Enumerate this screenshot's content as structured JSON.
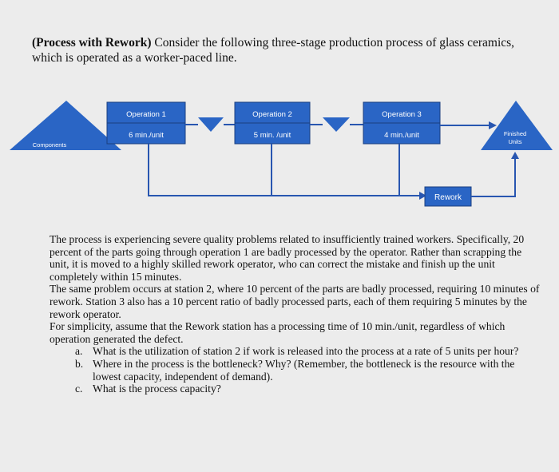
{
  "title": {
    "bold": "(Process with Rework)",
    "rest": " Consider the following three-stage production process of glass ceramics, which is operated as a worker-paced line."
  },
  "diagram": {
    "components_label": "Components",
    "finished_label_1": "Finished",
    "finished_label_2": "Units",
    "operations": [
      {
        "name": "Operation 1",
        "time": "6 min./unit"
      },
      {
        "name": "Operation 2",
        "time": "5 min. /unit"
      },
      {
        "name": "Operation 3",
        "time": "4 min./unit"
      }
    ],
    "rework_label": "Rework",
    "colors": {
      "box": "#2a65c5",
      "box_border": "#1b3f80",
      "line": "#2856b0",
      "text": "#ffffff"
    }
  },
  "body": {
    "paragraphs": [
      "The process is experiencing severe quality problems related to insufficiently trained workers. Specifically, 20 percent of the parts going through operation 1 are badly processed by the operator. Rather than scrapping the unit, it is moved to a highly skilled rework operator, who can correct the mistake and finish up the unit completely within 15 minutes.",
      "The same problem occurs at station 2, where 10 percent of the parts are badly processed, requiring 10 minutes of rework. Station 3 also has a 10 percent ratio of badly processed parts, each of them requiring 5 minutes by the rework operator.",
      "For simplicity, assume that the Rework station has a processing time of 10 min./unit, regardless of which operation generated the defect."
    ],
    "questions": [
      {
        "label": "a.",
        "text": "What is the utilization of station 2 if work is released into the process at a rate of 5 units per hour?"
      },
      {
        "label": "b.",
        "text": "Where in the process is the bottleneck? Why? (Remember, the bottleneck is the resource with the lowest capacity, independent of demand)."
      },
      {
        "label": "c.",
        "text": "What is the process capacity?"
      }
    ]
  }
}
